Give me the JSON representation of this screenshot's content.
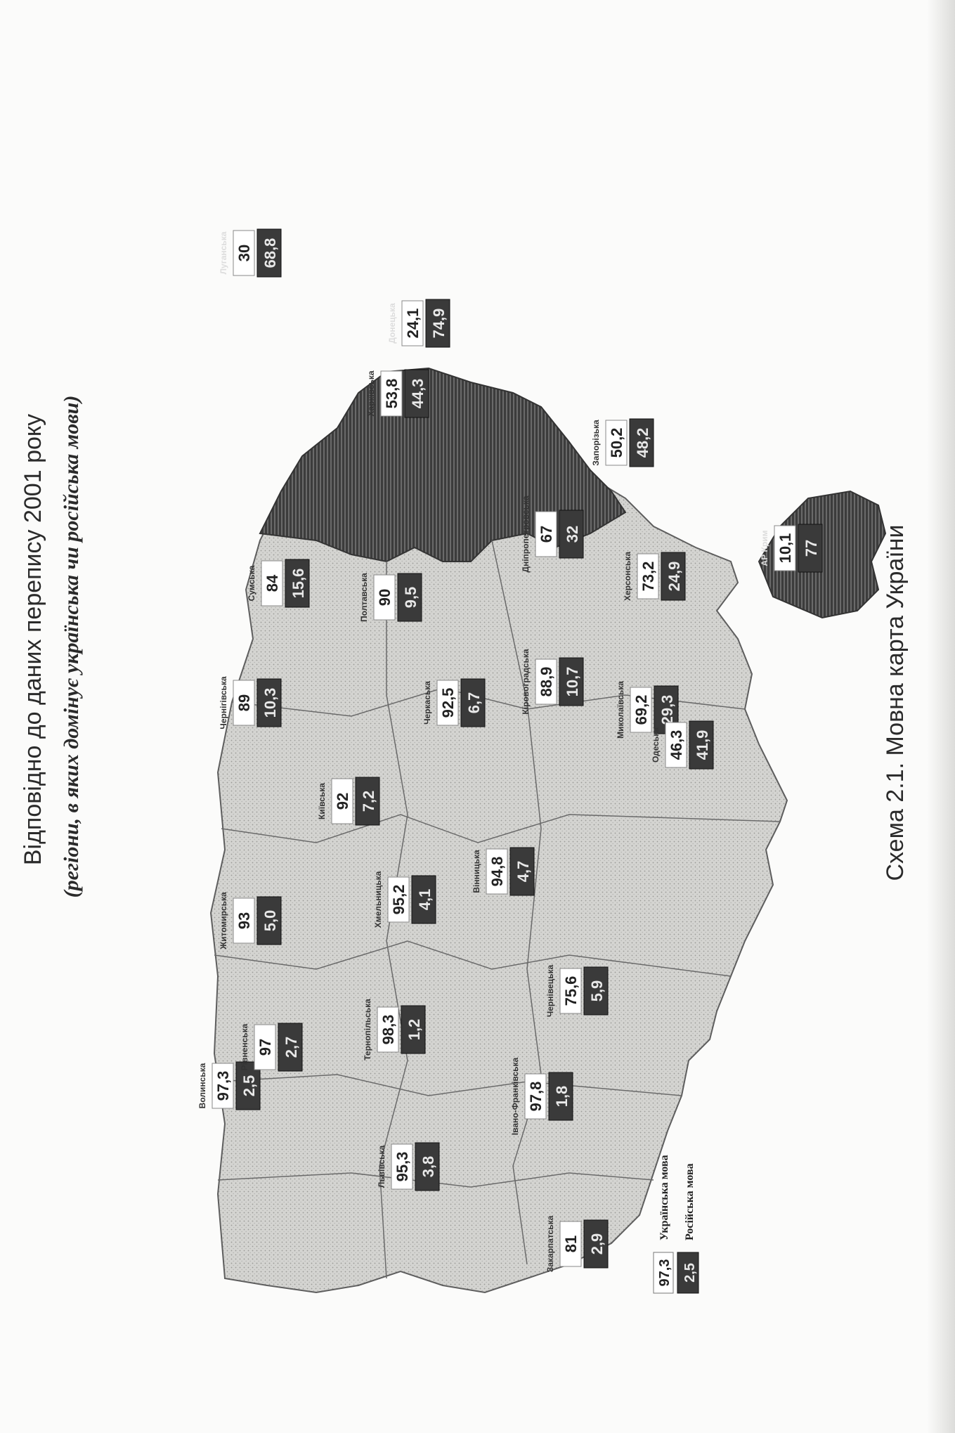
{
  "title": "Відповідно до даних перепису 2001 року",
  "subtitle": "(регіони, в яких домінує українська чи російська мови)",
  "caption": "Схема 2.1. Мовна карта України",
  "legend": {
    "ukrainian_label": "Українська мова",
    "russian_label": "Російська мова",
    "ukrainian_sample": "97,3",
    "russian_sample": "2,5"
  },
  "colors": {
    "ukrainian_region": "#cfcfcc",
    "russian_region": "#4a4a4a",
    "boundary": "#6a6a6a",
    "box_light": "#ffffff",
    "box_dark": "#3a3a3a"
  },
  "regions": [
    {
      "name": "Волинська",
      "ukr": "97,3",
      "rus": "2,5"
    },
    {
      "name": "Рівненська",
      "ukr": "97",
      "rus": "2,7"
    },
    {
      "name": "Житомирська",
      "ukr": "93",
      "rus": "5,0"
    },
    {
      "name": "Київська",
      "ukr": "92",
      "rus": "7,2"
    },
    {
      "name": "Чернігівська",
      "ukr": "89",
      "rus": "10,3"
    },
    {
      "name": "Сумська",
      "ukr": "84",
      "rus": "15,6"
    },
    {
      "name": "Харківська",
      "ukr": "53,8",
      "rus": "44,3"
    },
    {
      "name": "Луганська",
      "ukr": "30",
      "rus": "68,8"
    },
    {
      "name": "Донецька",
      "ukr": "24,1",
      "rus": "74,9"
    },
    {
      "name": "Львівська",
      "ukr": "95,3",
      "rus": "3,8"
    },
    {
      "name": "Тернопільська",
      "ukr": "98,3",
      "rus": "1,2"
    },
    {
      "name": "Хмельницька",
      "ukr": "95,2",
      "rus": "4,1"
    },
    {
      "name": "Вінницька",
      "ukr": "94,8",
      "rus": "4,7"
    },
    {
      "name": "Черкаська",
      "ukr": "92,5",
      "rus": "6,7"
    },
    {
      "name": "Полтавська",
      "ukr": "90",
      "rus": "9,5"
    },
    {
      "name": "Дніпропетровська",
      "ukr": "67",
      "rus": "32"
    },
    {
      "name": "Запорізька",
      "ukr": "50,2",
      "rus": "48,2"
    },
    {
      "name": "Закарпатська",
      "ukr": "81",
      "rus": "2,9"
    },
    {
      "name": "Івано-Франківська",
      "ukr": "97,8",
      "rus": "1,8"
    },
    {
      "name": "Чернівецька",
      "ukr": "75,6",
      "rus": "5,9"
    },
    {
      "name": "Кіровоградська",
      "ukr": "88,9",
      "rus": "10,7"
    },
    {
      "name": "Миколаївська",
      "ukr": "69,2",
      "rus": "29,3"
    },
    {
      "name": "Херсонська",
      "ukr": "73,2",
      "rus": "24,9"
    },
    {
      "name": "Одеська",
      "ukr": "46,3",
      "rus": "41,9"
    },
    {
      "name": "АР Крим",
      "ukr": "10,1",
      "rus": "77"
    }
  ]
}
